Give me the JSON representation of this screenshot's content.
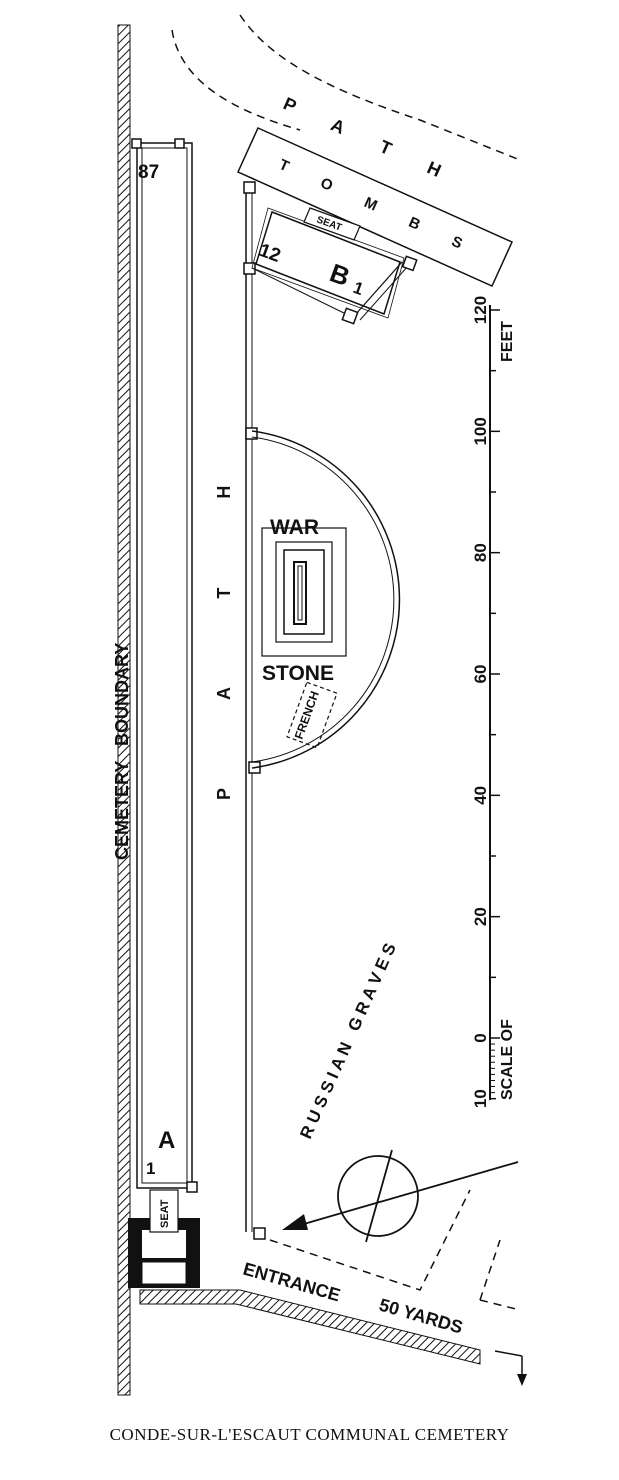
{
  "map": {
    "path_upper": "P A T H",
    "tombs": "T O M B S",
    "seat_upper": "SEAT",
    "seat_lower": "SEAT",
    "row_b_start": "12",
    "row_b_label": "B",
    "row_b_end": "1",
    "row_a_top": "87",
    "row_a_label": "A",
    "row_a_bottom": "1",
    "war_stone_top": "WAR",
    "war_stone_bottom": "STONE",
    "french": "FRENCH",
    "path_main": "P A T H",
    "boundary": "CEMETERY   BOUNDARY",
    "russian_graves": "R U S S I A N   G R A V E S",
    "entrance": "ENTRANCE",
    "entrance_distance": "50 YARDS",
    "scale": {
      "unit": "FEET",
      "title": "SCALE OF",
      "ticks": [
        "120",
        "100",
        "80",
        "60",
        "40",
        "20",
        "0",
        "10"
      ]
    },
    "north_arrow": "north-arrow"
  },
  "caption": "CONDE-SUR-L'ESCAUT  COMMUNAL  CEMETERY",
  "colors": {
    "ink": "#111111",
    "paper": "#ffffff"
  }
}
